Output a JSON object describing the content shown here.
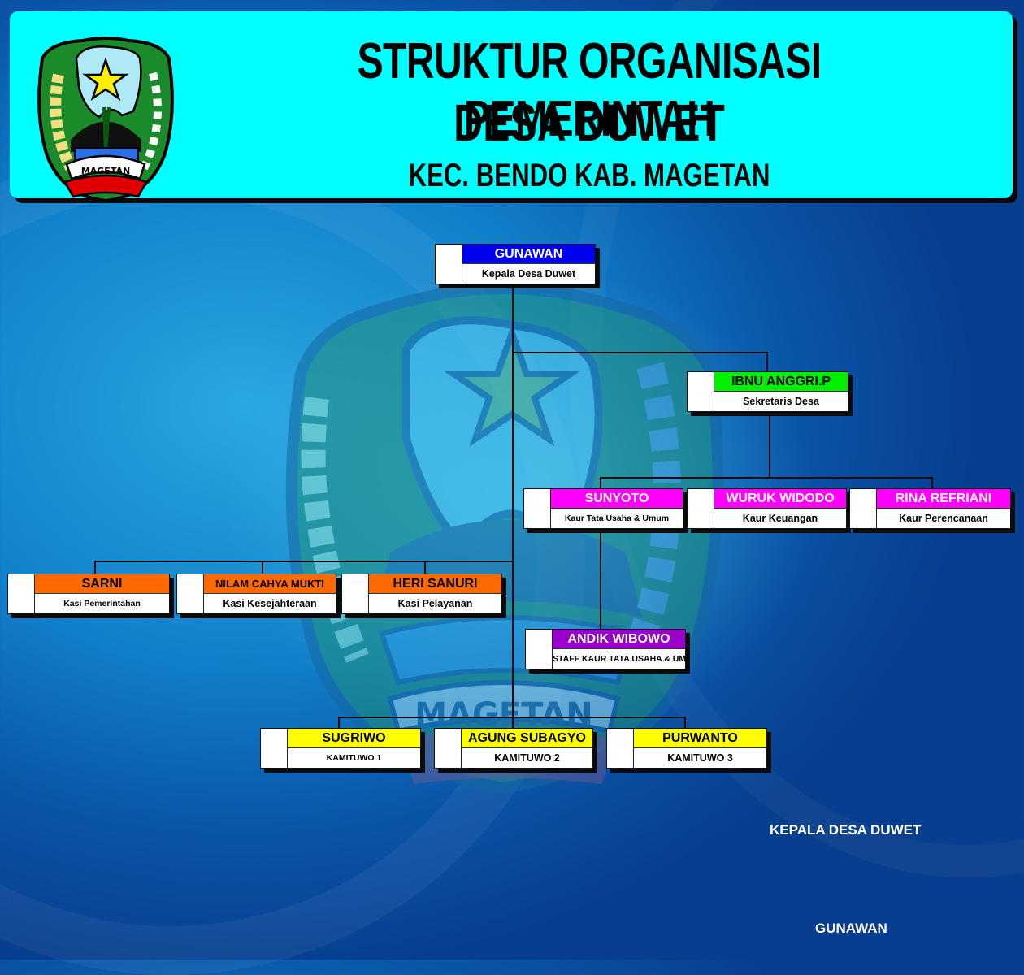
{
  "header": {
    "title_line1": "STRUKTUR ORGANISASI PEMERINTAH",
    "title_line2": "DESA DUWET",
    "subtitle": "KEC. BENDO KAB. MAGETAN",
    "logo_text": "MAGETAN",
    "background_color": "#00ffff"
  },
  "watermark_text": "MAGETAN",
  "org_chart": {
    "head": {
      "name": "GUNAWAN",
      "role": "Kepala Desa Duwet",
      "color": "#0000f0"
    },
    "secretary": {
      "name": "IBNU ANGGRI.P",
      "role": "Sekretaris Desa",
      "color": "#00f000"
    },
    "kaur": [
      {
        "name": "SUNYOTO",
        "role": "Kaur Tata Usaha & Umum",
        "color": "#ff00ff"
      },
      {
        "name": "WURUK WIDODO",
        "role": "Kaur Keuangan",
        "color": "#ff00ff"
      },
      {
        "name": "RINA REFRIANI",
        "role": "Kaur Perencanaan",
        "color": "#ff00ff"
      }
    ],
    "staff": {
      "name": "ANDIK WIBOWO",
      "role": "STAFF KAUR TATA USAHA & UMUM",
      "color": "#9900cc"
    },
    "kasi": [
      {
        "name": "SARNI",
        "role": "Kasi Pemerintahan",
        "color": "#ff6a00"
      },
      {
        "name": "NILAM CAHYA MUKTI",
        "role": "Kasi Kesejahteraan",
        "color": "#ff6a00"
      },
      {
        "name": "HERI SANURI",
        "role": "Kasi Pelayanan",
        "color": "#ff6a00"
      }
    ],
    "kamituwo": [
      {
        "name": "SUGRIWO",
        "role": "KAMITUWO 1",
        "color": "#ffff00"
      },
      {
        "name": "AGUNG SUBAGYO",
        "role": "KAMITUWO 2",
        "color": "#ffff00"
      },
      {
        "name": "PURWANTO",
        "role": "KAMITUWO 3",
        "color": "#ffff00"
      }
    ]
  },
  "footer": {
    "signature_title": "KEPALA DESA DUWET",
    "signature_name": "GUNAWAN"
  }
}
